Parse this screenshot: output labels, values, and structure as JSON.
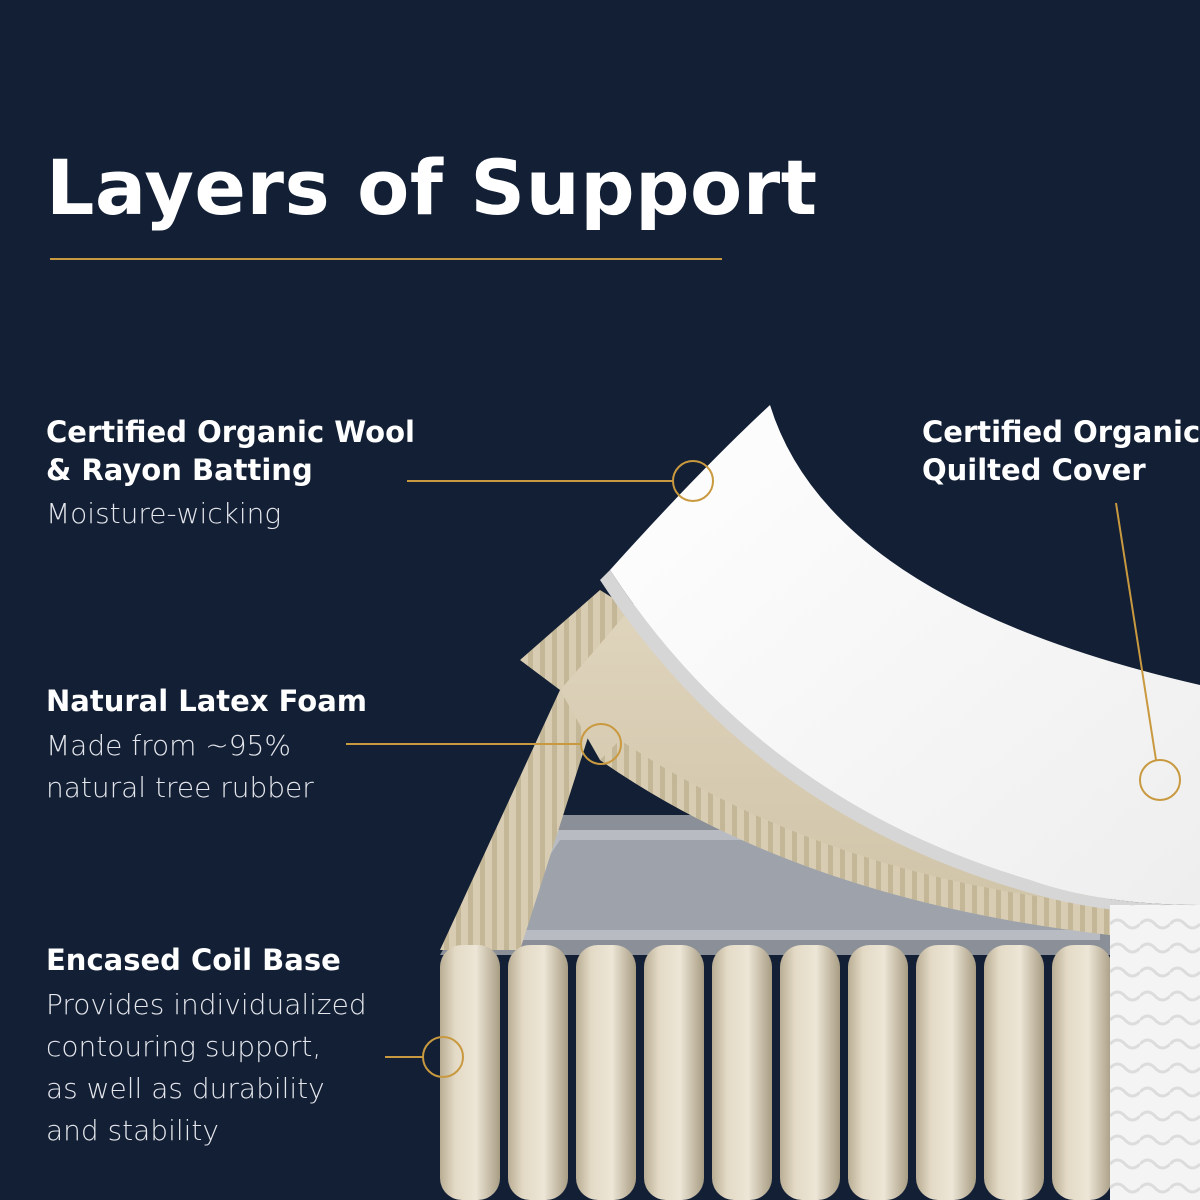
{
  "title": "Layers of Support",
  "accent_color": "#c9993f",
  "background_color": "#121f35",
  "layers": {
    "wool": {
      "heading_line1": "Certified Organic Wool",
      "heading_line2": "& Rayon Batting",
      "desc_line1": "Moisture-wicking"
    },
    "latex": {
      "heading_line1": "Natural Latex Foam",
      "desc_line1": "Made from ~95%",
      "desc_line2": "natural tree rubber"
    },
    "coil": {
      "heading_line1": "Encased Coil Base",
      "desc_line1": "Provides individualized",
      "desc_line2": "contouring support,",
      "desc_line3": "as well as durability",
      "desc_line4": "and stability"
    },
    "cover": {
      "heading_line1": "Certified Organic",
      "heading_line2": "Quilted Cover"
    }
  }
}
